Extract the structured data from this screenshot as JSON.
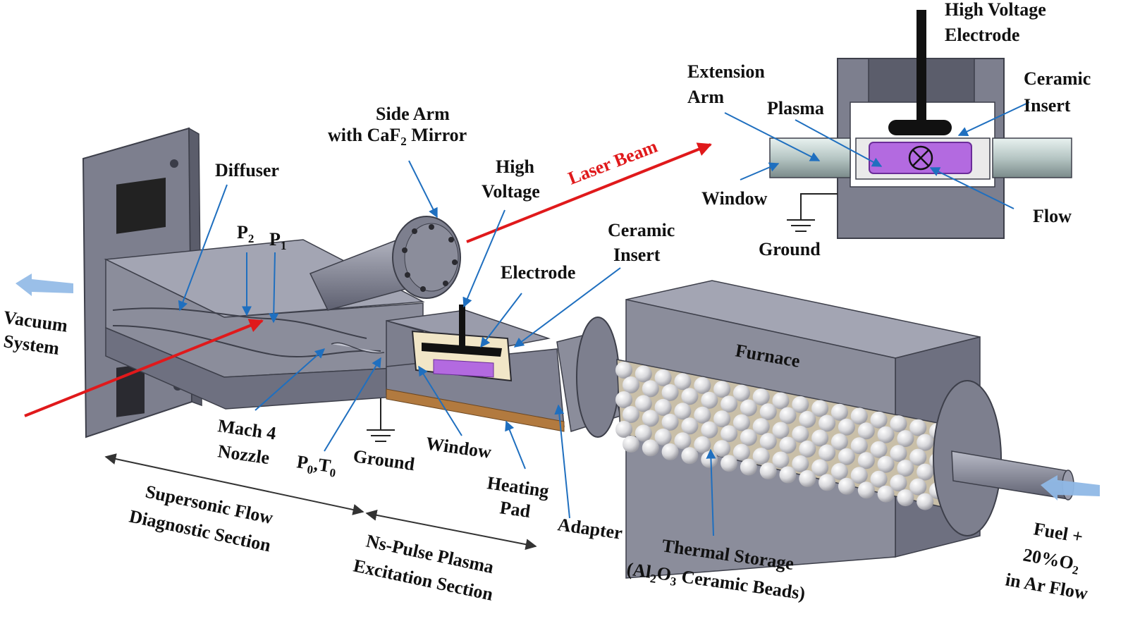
{
  "labels": {
    "diffuser": "Diffuser",
    "side_arm_1": "Side Arm",
    "side_arm_2a": "with CaF",
    "side_arm_2sub": "2",
    "side_arm_2b": " Mirror",
    "high_voltage_1": "High",
    "high_voltage_2": "Voltage",
    "laser_beam": "Laser Beam",
    "p2": "P",
    "p2_sub": "2",
    "p1": "P",
    "p1_sub": "1",
    "vacuum_1": "Vacuum",
    "vacuum_2": "System",
    "electrode": "Electrode",
    "ceramic_insert_1": "Ceramic",
    "ceramic_insert_2": "Insert",
    "furnace": "Furnace",
    "mach4_1": "Mach 4",
    "mach4_2": "Nozzle",
    "p0t0_a": "P",
    "p0t0_sub1": "0",
    "p0t0_b": ",T",
    "p0t0_sub2": "0",
    "ground": "Ground",
    "window": "Window",
    "heating_pad_1": "Heating",
    "heating_pad_2": "Pad",
    "adapter": "Adapter",
    "supersonic_1": "Supersonic Flow",
    "supersonic_2": "Diagnostic Section",
    "nspulse_1": "Ns-Pulse Plasma",
    "nspulse_2": "Excitation Section",
    "thermal_1": "Thermal Storage",
    "thermal_2a": "(Al",
    "thermal_2sub1": "2",
    "thermal_2b": "O",
    "thermal_2sub2": "3",
    "thermal_2c": " Ceramic Beads)",
    "fuel_1": "Fuel +",
    "fuel_2a": "20%O",
    "fuel_2sub": "2",
    "fuel_3": "in Ar Flow"
  },
  "inset": {
    "hv_electrode_1": "High Voltage",
    "hv_electrode_2": "Electrode",
    "extension_arm_1": "Extension",
    "extension_arm_2": "Arm",
    "plasma": "Plasma",
    "ceramic_insert_1": "Ceramic",
    "ceramic_insert_2": "Insert",
    "window": "Window",
    "flow": "Flow",
    "ground": "Ground"
  },
  "colors": {
    "laser": "#e0191b",
    "leader": "#1f6fbf",
    "metal": "#7d7f8e",
    "metal_dark": "#5b5d6b",
    "metal_light": "#a3a5b3",
    "plasma": "#b36ae0",
    "flow_arrow": "#8fb8e6",
    "heating_pad": "#b27a3f"
  }
}
